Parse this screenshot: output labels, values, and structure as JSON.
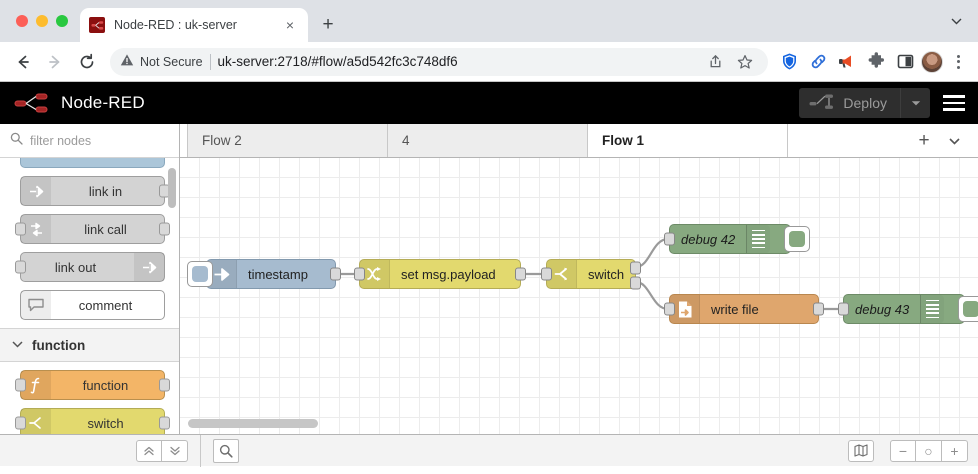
{
  "browser": {
    "tab": {
      "title": "Node-RED : uk-server",
      "favicon": "nodered-favicon",
      "close_label": "×"
    },
    "new_tab_label": "+",
    "tabstrip_chevron": "⌄",
    "toolbar": {
      "back": "←",
      "forward": "→",
      "reload": "↻",
      "security_label": "Not Secure",
      "url": "uk-server:2718/#flow/a5d542fc3c748df6",
      "share_icon": "share-icon",
      "bookmark_icon": "star-icon",
      "extensions": [
        "shield-icon",
        "link-icon",
        "megaphone-icon",
        "puzzle-icon",
        "sidebar-icon"
      ],
      "avatar": "user-avatar",
      "menu": "kebab-menu"
    }
  },
  "nodered": {
    "brand": "Node-RED",
    "deploy": {
      "label": "Deploy",
      "caret": "▾",
      "disabled": true
    },
    "menu_label": "main-menu",
    "palette": {
      "filter_placeholder": "filter nodes",
      "search_icon": "search-icon",
      "nodes": [
        {
          "label": "",
          "type": "cut-off-blue",
          "has_in": false,
          "has_out": false
        },
        {
          "label": "link in",
          "type": "link-in",
          "has_in": false,
          "has_out": true
        },
        {
          "label": "link call",
          "type": "link-call",
          "has_in": true,
          "has_out": true
        },
        {
          "label": "link out",
          "type": "link-out",
          "has_in": true,
          "has_out": false
        },
        {
          "label": "comment",
          "type": "comment",
          "has_in": false,
          "has_out": false
        }
      ],
      "category": {
        "label": "function",
        "chevron": "⌄"
      },
      "category_nodes": [
        {
          "label": "function",
          "type": "function",
          "has_in": true,
          "has_out": true
        },
        {
          "label": "switch",
          "type": "switch",
          "has_in": true,
          "has_out": true
        }
      ]
    },
    "tabs": [
      {
        "label": "Flow 2",
        "active": false
      },
      {
        "label": "4",
        "active": false
      },
      {
        "label": "Flow 1",
        "active": true
      }
    ],
    "tab_actions": {
      "add": "+",
      "menu": "▾"
    },
    "flow": {
      "nodes": [
        {
          "id": "inject",
          "label": "timestamp",
          "type": "inject"
        },
        {
          "id": "change",
          "label": "set msg.payload",
          "type": "change"
        },
        {
          "id": "switch",
          "label": "switch",
          "type": "switch"
        },
        {
          "id": "debug42",
          "label": "debug 42",
          "type": "debug"
        },
        {
          "id": "writefile",
          "label": "write file",
          "type": "file"
        },
        {
          "id": "debug43",
          "label": "debug 43",
          "type": "debug"
        }
      ]
    },
    "footer": {
      "collapse_all": "»",
      "expand_all": "»",
      "search_icon": "search-icon",
      "navigator_icon": "map-icon",
      "zoom_out": "−",
      "zoom_reset": "○",
      "zoom_in": "+"
    }
  },
  "colors": {
    "brand_black": "#000000",
    "inject": "#a6bbcf",
    "change": "#e2d96e",
    "debug": "#87a980",
    "file": "#dfa66d",
    "function": "#f3b567"
  }
}
